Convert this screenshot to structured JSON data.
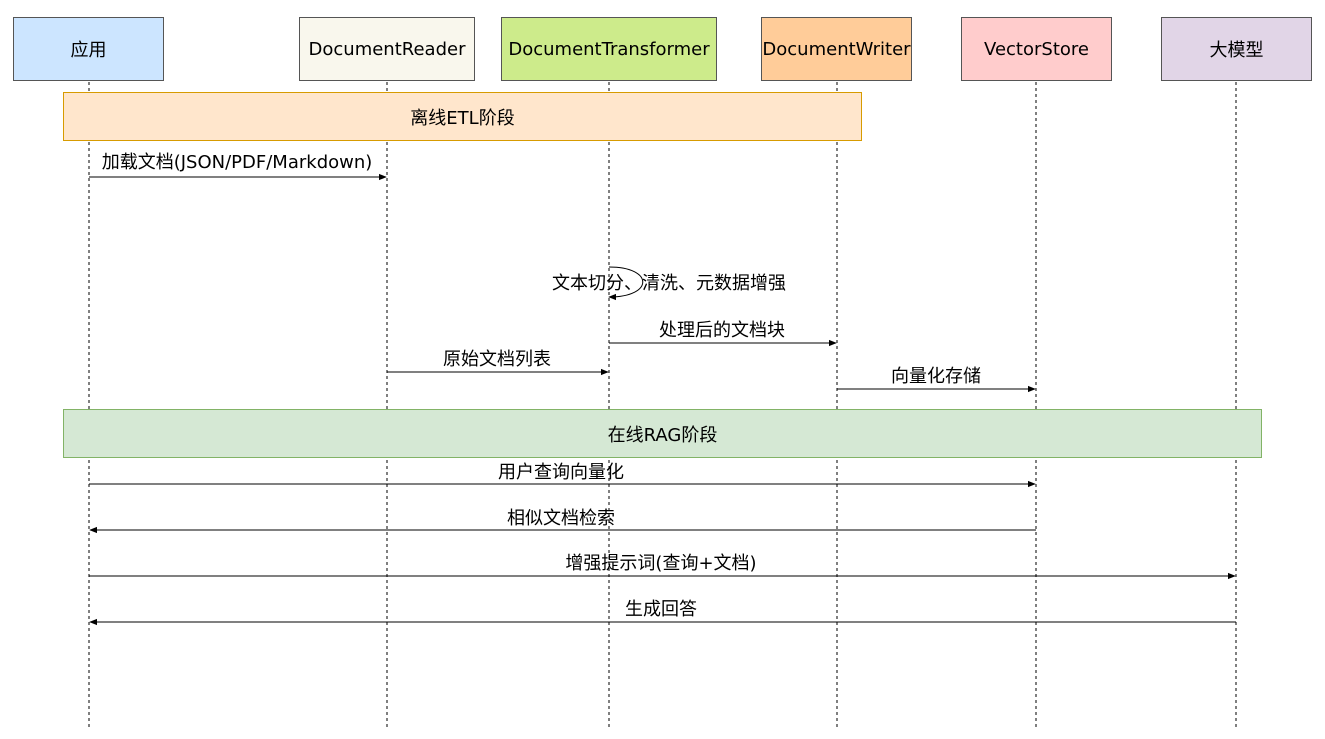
{
  "participants": [
    {
      "key": "app",
      "label": "应用",
      "color": "#cce5ff"
    },
    {
      "key": "reader",
      "label": "DocumentReader",
      "color": "#f9f7ed"
    },
    {
      "key": "transformer",
      "label": "DocumentTransformer",
      "color": "#cdeb8b"
    },
    {
      "key": "writer",
      "label": "DocumentWriter",
      "color": "#ffcc99"
    },
    {
      "key": "vectorstore",
      "label": "VectorStore",
      "color": "#ffcccc"
    },
    {
      "key": "llm",
      "label": "大模型",
      "color": "#e1d5e7"
    }
  ],
  "phases": {
    "etl": "离线ETL阶段",
    "rag": "在线RAG阶段"
  },
  "messages": [
    {
      "from": "app",
      "to": "reader",
      "label": "加载文档(JSON/PDF/Markdown)"
    },
    {
      "from": "transformer",
      "to": "transformer",
      "label": "文本切分、清洗、元数据增强"
    },
    {
      "from": "transformer",
      "to": "writer",
      "label": "处理后的文档块"
    },
    {
      "from": "reader",
      "to": "transformer",
      "label": "原始文档列表"
    },
    {
      "from": "writer",
      "to": "vectorstore",
      "label": "向量化存储"
    },
    {
      "from": "app",
      "to": "vectorstore",
      "label": "用户查询向量化"
    },
    {
      "from": "vectorstore",
      "to": "app",
      "label": "相似文档检索"
    },
    {
      "from": "app",
      "to": "llm",
      "label": "增强提示词(查询+文档)"
    },
    {
      "from": "llm",
      "to": "app",
      "label": "生成回答"
    }
  ]
}
